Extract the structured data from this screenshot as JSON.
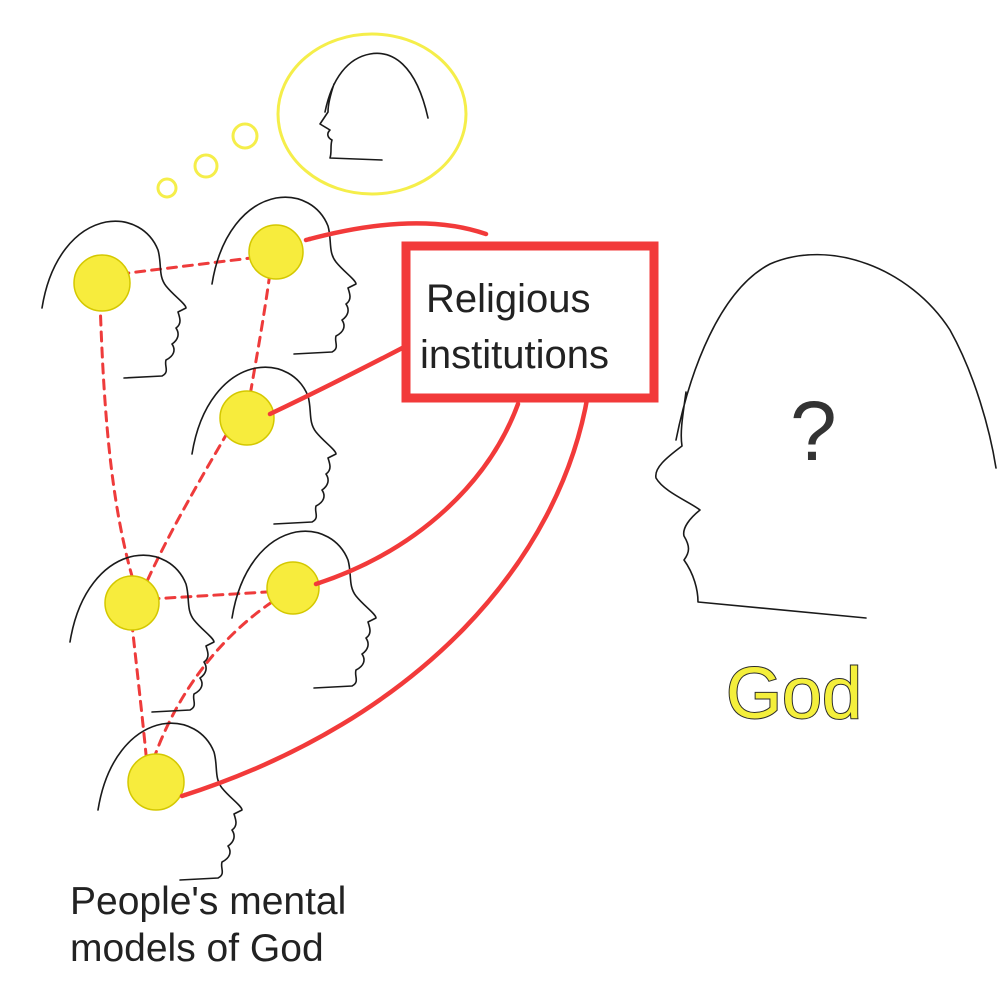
{
  "institutions": {
    "line1": "Religious",
    "line2": "institutions"
  },
  "god": {
    "unknown": "?",
    "label": "God"
  },
  "people": {
    "caption_line1": "People's mental",
    "caption_line2": "models of God"
  },
  "colors": {
    "red": "#f23a3a",
    "dash_red": "#ee3b3b",
    "model_yellow": "#f7ec3d",
    "bubble_yellow": "#f5ee4a",
    "god_yellow": "#f4ef3c",
    "line_black": "#1a1a1a"
  },
  "icons": {
    "person": "person-head-profile-icon",
    "god": "god-head-profile-icon",
    "thought": "thought-bubble-icon",
    "model": "mental-model-circle-icon"
  }
}
